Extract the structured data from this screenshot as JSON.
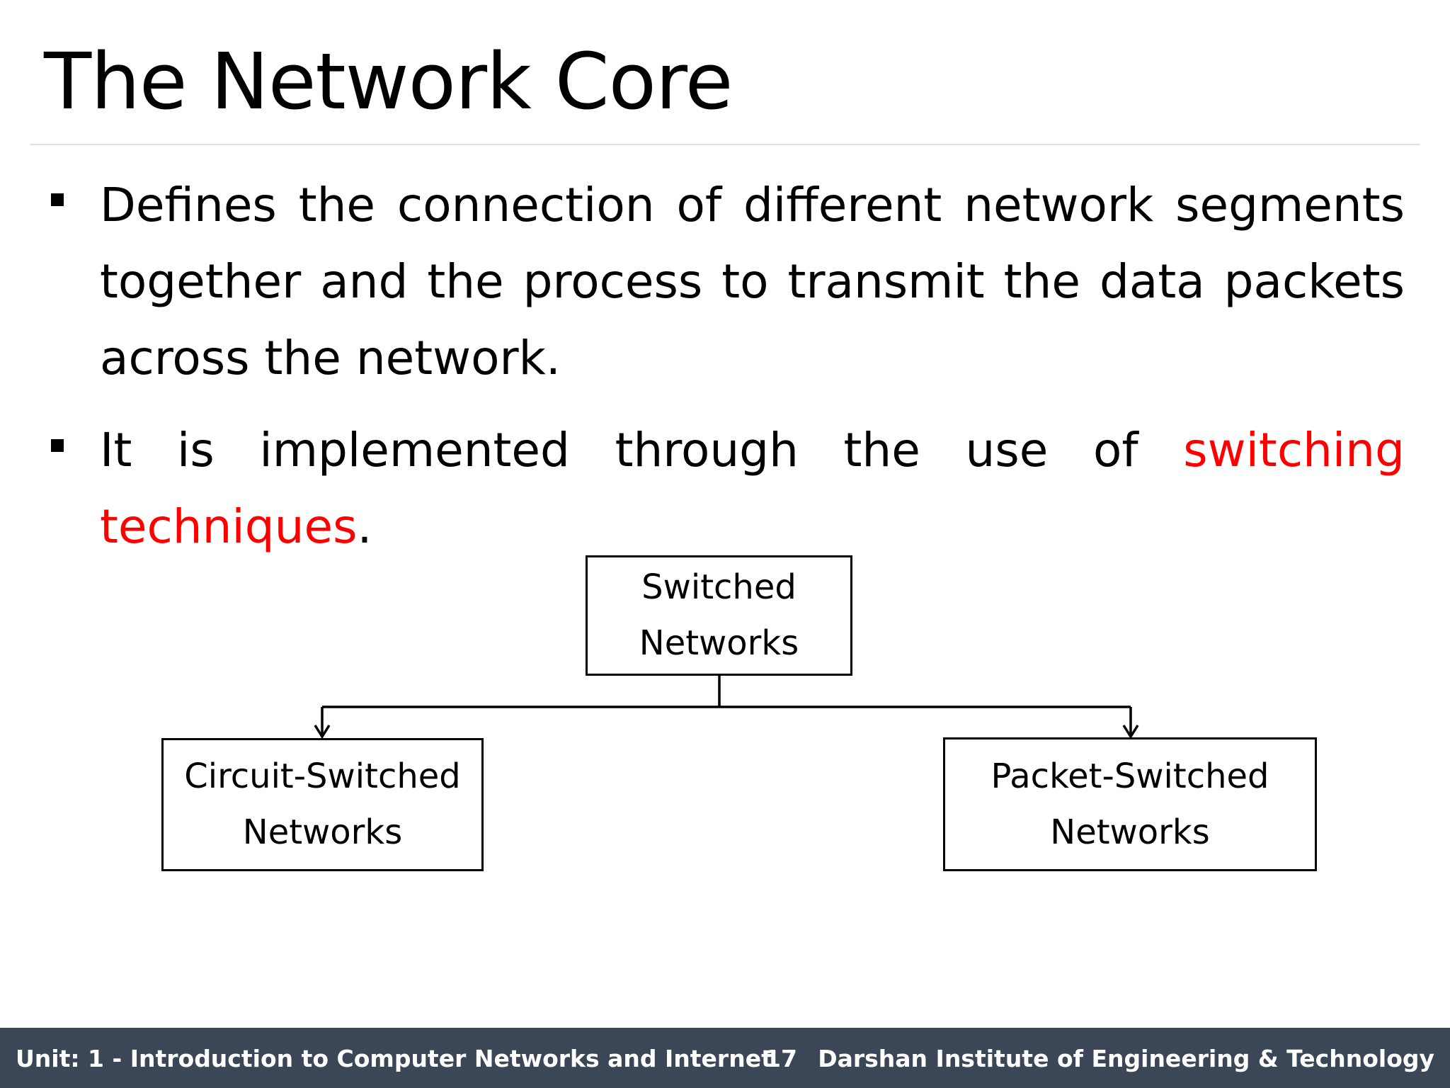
{
  "slide": {
    "title": "The Network Core",
    "bullets": [
      {
        "text": "Defines the connection of different network segments together and the process to transmit the data packets across the network."
      },
      {
        "text_before": "It is implemented through the use of ",
        "highlight": "switching techniques",
        "text_after": ".",
        "highlight_color": "#ff0000"
      }
    ]
  },
  "diagram": {
    "root": {
      "line1": "Switched",
      "line2": "Networks"
    },
    "left": {
      "line1": "Circuit-Switched",
      "line2": "Networks"
    },
    "right": {
      "line1": "Packet-Switched",
      "line2": "Networks"
    }
  },
  "footer": {
    "unit": "Unit: 1 - Introduction to Computer Networks and Internet",
    "page_number": "17",
    "institute": "Darshan Institute of Engineering & Technology",
    "background_color": "#3b4656"
  }
}
